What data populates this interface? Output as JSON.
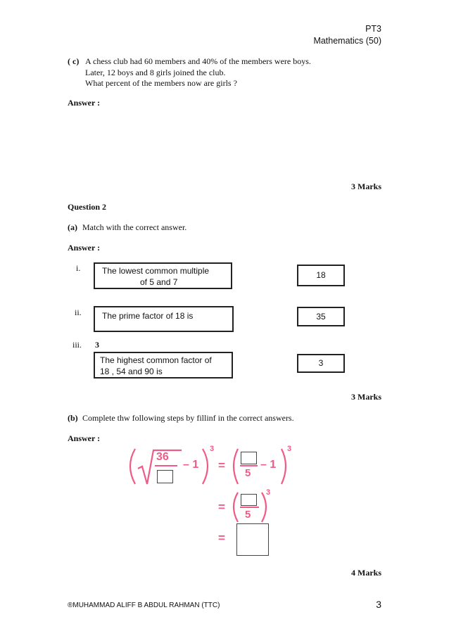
{
  "header": {
    "line1": "PT3",
    "line2": "Mathematics (50)"
  },
  "question_c": {
    "label": "( c)",
    "line1": "A chess club  had 60 members  and 40%  of the  members  were boys.",
    "line2": "Later,  12 boys and 8 girls  joined  the club.",
    "line3": "What percent of the  members now  are girls  ?",
    "answer_label": "Answer :",
    "marks": "3 Marks"
  },
  "question2": {
    "title": "Question 2",
    "part_a": {
      "label": "(a)",
      "text": "Match  with  the  correct answer.",
      "answer_label": "Answer :",
      "items": [
        {
          "roman": "i.",
          "statement_line1": "The lowest common multiple",
          "statement_line2": "of 5 and 7",
          "answer": "18"
        },
        {
          "roman": "ii.",
          "statement_line1": "The prime factor of 18 is",
          "statement_line2": "",
          "answer": "35"
        },
        {
          "roman": "iii.",
          "extra": "3",
          "statement_line1": "The highest common factor of",
          "statement_line2": "18 , 54 and 90 is",
          "answer": "3"
        }
      ],
      "marks": "3 Marks"
    },
    "part_b": {
      "label": "(b)",
      "text": "Complete  thw  following  steps by fillinf  in the correct answers.",
      "answer_label": "Answer :",
      "math": {
        "numerator": "36",
        "denominator": "5",
        "minus_one": "– 1",
        "exponent": "3",
        "equals": "="
      },
      "marks": "4 Marks"
    }
  },
  "footer": {
    "author": "®MUHAMMAD ALIFF B ABDUL RAHMAN (TTC)",
    "page_number": "3"
  }
}
